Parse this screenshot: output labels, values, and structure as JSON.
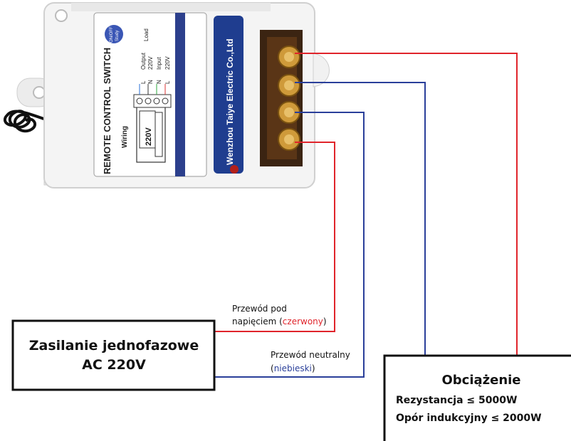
{
  "device": {
    "title": "REMOTE CONTROL SWITCH",
    "wiring_label": "Wiring",
    "voltage_label": "220V",
    "button_label_1": "ON/OFF",
    "button_label_2": "Study",
    "manufacturer": "Wenzhou Taiye Electric Co.,Ltd",
    "output_label": "Output",
    "output_voltage": "220V",
    "load_label": "Load",
    "input_label": "Input",
    "input_voltage": "220V",
    "pin_l1": "L",
    "pin_n1": "N",
    "pin_n2": "N",
    "pin_l2": "L"
  },
  "power_supply": {
    "line1": "Zasilanie jednofazowe",
    "line2": "AC 220V"
  },
  "load": {
    "title": "Obciążenie",
    "line1": "Rezystancja ≤ 5000W",
    "line2": "Opór indukcyjny ≤ 2000W"
  },
  "wire_labels": {
    "live_line1": "Przewód pod",
    "live_line2_prefix": "napięciem (",
    "live_color": "czerwony",
    "live_suffix": ")",
    "neutral_line1": "Przewód neutralny",
    "neutral_prefix": "(",
    "neutral_color": "niebieski",
    "neutral_suffix": ")"
  },
  "colors": {
    "live_wire": "#e0242b",
    "neutral_wire": "#2a3f9a"
  }
}
